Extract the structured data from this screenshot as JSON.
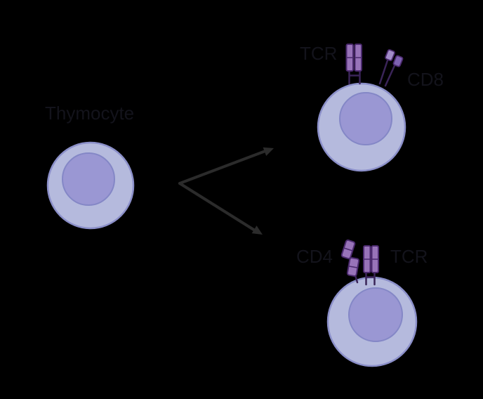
{
  "labels": {
    "thymocyte": "Thymocyte",
    "tcr_top": "TCR",
    "cd8": "CD8",
    "cd4": "CD4",
    "tcr_bottom": "TCR"
  },
  "diagram": {
    "type": "cell-differentiation",
    "source_cell": {
      "name": "thymocyte",
      "label": "Thymocyte",
      "receptors": []
    },
    "branches": [
      {
        "name": "cd8-positive-t-cell",
        "receptors": [
          "TCR",
          "CD8"
        ]
      },
      {
        "name": "cd4-positive-t-cell",
        "receptors": [
          "CD4",
          "TCR"
        ]
      }
    ]
  },
  "colors": {
    "background": "#000000",
    "label_text": "#13131b",
    "arrow": "#2b2b2b",
    "cell_fill": "#b5badd",
    "cell_border": "#8b8fc9",
    "nucleus_fill": "#9a97d3",
    "nucleus_border": "#8487c6",
    "receptor_fill": "#9873b9",
    "receptor_fill_light": "#a28cc9",
    "receptor_fill_dark": "#7e62b2",
    "receptor_border": "#4b2a6e",
    "receptor_stem": "#3a2458"
  }
}
